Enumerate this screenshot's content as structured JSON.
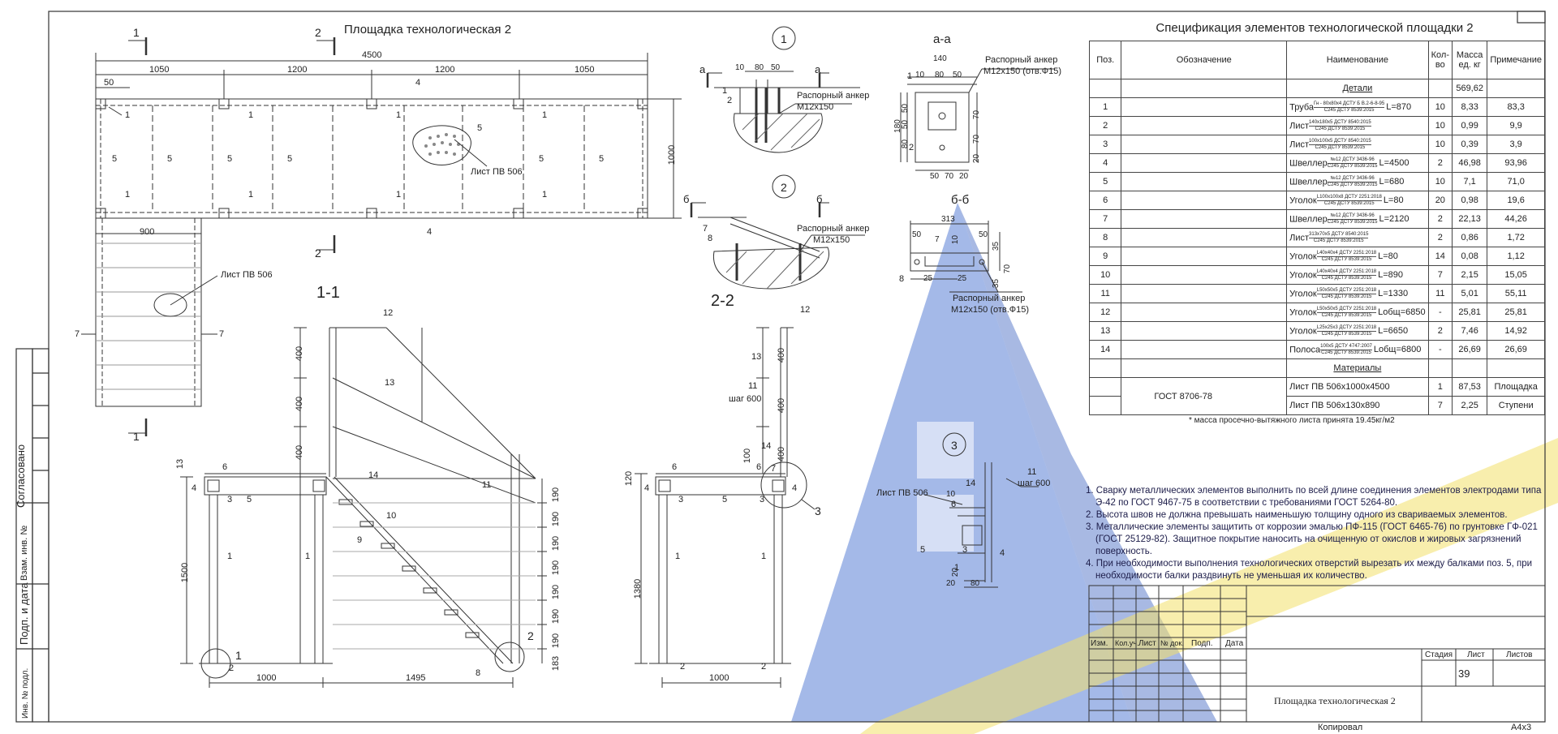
{
  "plan": {
    "title": "Площадка технологическая 2",
    "cut1": "1",
    "cut2": "2",
    "dim_total": "4500",
    "dim_segments": [
      "1050",
      "1200",
      "1200",
      "1050"
    ],
    "dim_50": "50",
    "dim_900": "900",
    "dim_1000": "1000",
    "sheet_label": "Лист ПВ 506",
    "stair_sheet_label": "Лист ПВ 506",
    "pos": [
      "1",
      "4",
      "5",
      "7"
    ]
  },
  "section11": {
    "title": "1-1",
    "dims_v": [
      "400",
      "400",
      "400",
      "1500",
      "13"
    ],
    "dims_h": [
      "1000",
      "1495"
    ],
    "right_dims": [
      "190",
      "190",
      "190",
      "190",
      "190",
      "190",
      "190",
      "183"
    ],
    "pos": [
      "1",
      "2",
      "3",
      "4",
      "5",
      "6",
      "8",
      "9",
      "10",
      "11",
      "12",
      "13",
      "14"
    ]
  },
  "section22": {
    "title": "2-2",
    "dims_v": [
      "400",
      "400",
      "400",
      "100",
      "120",
      "1380"
    ],
    "dims_h": [
      "1000"
    ],
    "step": "шаг 600",
    "pos": [
      "1",
      "2",
      "3",
      "4",
      "5",
      "6",
      "7",
      "11",
      "12",
      "13",
      "14"
    ]
  },
  "node1": {
    "num": "1",
    "cut": "а",
    "dims": [
      "10",
      "80",
      "50"
    ],
    "anchor": "Распорный анкер",
    "anchor_size": "M12x150",
    "pos": [
      "1",
      "2"
    ]
  },
  "node2": {
    "num": "2",
    "cut": "б",
    "anchor": "Распорный анкер",
    "anchor_size": "M12x150",
    "pos": [
      "7",
      "8"
    ]
  },
  "node3": {
    "num": "3",
    "sheet": "Лист ПВ 506",
    "step": "шаг 600",
    "dims": [
      "10",
      "20",
      "80",
      "20"
    ],
    "pos": [
      "1",
      "3",
      "4",
      "5",
      "6",
      "11",
      "14"
    ]
  },
  "sec_aa": {
    "title": "а-а",
    "anchor": "Распорный анкер",
    "anchor_size": "M12x150 (отв.Ф15)",
    "dims_top": [
      "140",
      "10",
      "80",
      "50"
    ],
    "dims_left": [
      "180",
      "50",
      "50",
      "80"
    ],
    "dims_right": [
      "70",
      "70",
      "20"
    ],
    "dims_bottom": [
      "50",
      "70",
      "20"
    ],
    "pos": [
      "1",
      "2"
    ]
  },
  "sec_bb": {
    "title": "б-б",
    "dims_top": [
      "313",
      "50",
      "7",
      "10",
      "50",
      "35"
    ],
    "dims_bottom": [
      "25",
      "25"
    ],
    "dims_right": [
      "70",
      "35"
    ],
    "anchor": "Распорный анкер",
    "anchor_size": "M12x150 (отв.Ф15)",
    "pos": [
      "8"
    ]
  },
  "spec": {
    "title": "Спецификация элементов технологической площадки 2",
    "headers": [
      "Поз.",
      "Обозначение",
      "Наименование",
      "Кол-во",
      "Масса ед. кг",
      "Примечание"
    ],
    "section_details": "Детали",
    "details_mass": "569,62",
    "rows": [
      {
        "pos": "1",
        "name": "Труба",
        "top": "Гн - 80х80х4 ДСТУ Б В.2-6-8-95",
        "bottom": "С245 ДСТУ 8539:2015",
        "len": "L=870",
        "qty": "10",
        "mass": "8,33",
        "note": "83,3"
      },
      {
        "pos": "2",
        "name": "Лист",
        "top": "140х180х5 ДСТУ 8540:2015",
        "bottom": "С245 ДСТУ 8539:2015",
        "len": "",
        "qty": "10",
        "mass": "0,99",
        "note": "9,9"
      },
      {
        "pos": "3",
        "name": "Лист",
        "top": "100х100х5 ДСТУ 8540:2015",
        "bottom": "С245 ДСТУ 8539:2015",
        "len": "",
        "qty": "10",
        "mass": "0,39",
        "note": "3,9"
      },
      {
        "pos": "4",
        "name": "Швеллер",
        "top": "№12 ДСТУ 3436-96",
        "bottom": "С245 ДСТУ 8539:2015",
        "len": "L=4500",
        "qty": "2",
        "mass": "46,98",
        "note": "93,96"
      },
      {
        "pos": "5",
        "name": "Швеллер",
        "top": "№12 ДСТУ 3436-96",
        "bottom": "С245 ДСТУ 8539:2015",
        "len": "L=680",
        "qty": "10",
        "mass": "7,1",
        "note": "71,0"
      },
      {
        "pos": "6",
        "name": "Уголок",
        "top": "L100х100х8 ДСТУ 2251:2018",
        "bottom": "С245 ДСТУ 8539:2015",
        "len": "L=80",
        "qty": "20",
        "mass": "0,98",
        "note": "19,6"
      },
      {
        "pos": "7",
        "name": "Швеллер",
        "top": "№12 ДСТУ 3436-96",
        "bottom": "С245 ДСТУ 8539:2015",
        "len": "L=2120",
        "qty": "2",
        "mass": "22,13",
        "note": "44,26"
      },
      {
        "pos": "8",
        "name": "Лист",
        "top": "313х70х5 ДСТУ 8540:2015",
        "bottom": "С245 ДСТУ 8539:2015",
        "len": "",
        "qty": "2",
        "mass": "0,86",
        "note": "1,72"
      },
      {
        "pos": "9",
        "name": "Уголок",
        "top": "L40х40х4 ДСТУ 2251:2018",
        "bottom": "С245 ДСТУ 8539:2015",
        "len": "L=80",
        "qty": "14",
        "mass": "0,08",
        "note": "1,12"
      },
      {
        "pos": "10",
        "name": "Уголок",
        "top": "L40х40х4 ДСТУ 2251:2018",
        "bottom": "С245 ДСТУ 8539:2015",
        "len": "L=890",
        "qty": "7",
        "mass": "2,15",
        "note": "15,05"
      },
      {
        "pos": "11",
        "name": "Уголок",
        "top": "L50х50х5 ДСТУ 2251:2018",
        "bottom": "С245 ДСТУ 8539:2015",
        "len": "L=1330",
        "qty": "11",
        "mass": "5,01",
        "note": "55,11"
      },
      {
        "pos": "12",
        "name": "Уголок",
        "top": "L50х50х5 ДСТУ 2251:2018",
        "bottom": "С245 ДСТУ 8539:2015",
        "len": "Lобщ=6850",
        "qty": "-",
        "mass": "25,81",
        "note": "25,81"
      },
      {
        "pos": "13",
        "name": "Уголок",
        "top": "L25х25х3 ДСТУ 2251:2018",
        "bottom": "С245 ДСТУ 8539:2015",
        "len": "L=6650",
        "qty": "2",
        "mass": "7,46",
        "note": "14,92"
      },
      {
        "pos": "14",
        "name": "Полоса",
        "top": "100х5 ДСТУ 4747:2007",
        "bottom": "С245 ДСТУ 8539:2015",
        "len": "Lобщ=6800",
        "qty": "-",
        "mass": "26,69",
        "note": "26,69"
      }
    ],
    "section_materials": "Материалы",
    "materials_code": "ГОСТ 8706-78",
    "materials": [
      {
        "name": "Лист ПВ 506х1000х4500",
        "qty": "1",
        "mass": "87,53",
        "note": "Площадка"
      },
      {
        "name": "Лист ПВ 506х130х890",
        "qty": "7",
        "mass": "2,25",
        "note": "Ступени"
      }
    ],
    "footnote": "* масса просечно-вытяжного листа принята 19.45кг/м2"
  },
  "notes": [
    "1. Сварку металлических элементов выполнить по всей длине соединения элементов электродами типа Э-42 по ГОСТ 9467-75 в соответствии с требованиями ГОСТ 5264-80.",
    "2. Высота швов не должна превышать наименьшую толщину одного из свариваемых элементов.",
    "3. Металлические элементы защитить от коррозии эмалью ПФ-115 (ГОСТ 6465-76) по грунтовке ГФ-021 (ГОСТ 25129-82). Защитное покрытие наносить на очищенную от окислов и жировых загрязнений поверхность.",
    "4. При необходимости выполнения технологических отверстий вырезать их между балками поз. 5, при необходимости балки раздвинуть не уменьшая их количество."
  ],
  "title_block": {
    "cols": [
      "Изм.",
      "Кол.уч.",
      "Лист",
      "№ док.",
      "Подп.",
      "Дата"
    ],
    "stage": "Стадия",
    "sheet": "Лист",
    "sheets": "Листов",
    "sheet_number": "39",
    "name": "Площадка технологическая 2",
    "copied": "Копировал",
    "format": "А4х3"
  },
  "side_strip": {
    "agreed": "Согласовано",
    "inv_repl": "Взам. инв. №",
    "sign_date": "Подп. и дата",
    "inv_orig": "Инв. № подл."
  },
  "colors": {
    "line": "#333333",
    "watermark_blue": "#5a7fd6",
    "watermark_yellow": "#f3e06a",
    "notes_text": "#1d1d4a"
  }
}
